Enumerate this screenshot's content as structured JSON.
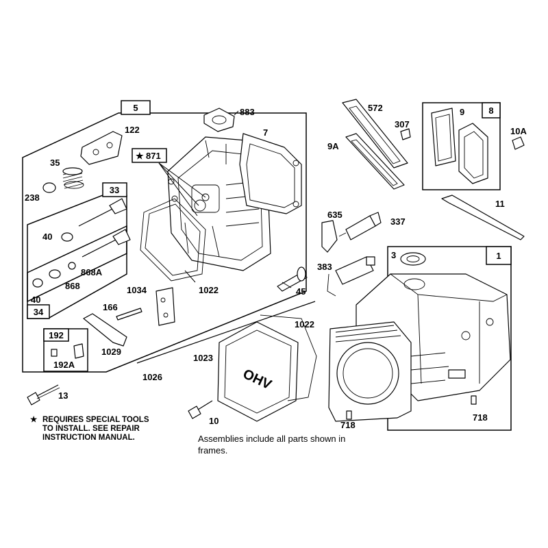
{
  "labels": {
    "l5": "5",
    "l883": "883",
    "l7": "7",
    "l122": "122",
    "l871": "871",
    "l35": "35",
    "l238": "238",
    "l33": "33",
    "l40a": "40",
    "l868A": "868A",
    "l868": "868",
    "l40b": "40",
    "l34": "34",
    "l1034": "1034",
    "l1022a": "1022",
    "l166": "166",
    "l1029": "1029",
    "l192": "192",
    "l192A": "192A",
    "l572": "572",
    "l307": "307",
    "l9A": "9A",
    "l9": "9",
    "l8": "8",
    "l10A": "10A",
    "l11": "11",
    "l635": "635",
    "l337": "337",
    "l383": "383",
    "l45": "45",
    "l3": "3",
    "l1": "1",
    "l1022b": "1022",
    "l1023": "1023",
    "l1026": "1026",
    "l13": "13",
    "l10": "10",
    "l718a": "718",
    "l718b": "718"
  },
  "star_glyph": "★",
  "notes": {
    "special_tools_line1": "REQUIRES SPECIAL TOOLS",
    "special_tools_line2": "TO INSTALL.  SEE REPAIR",
    "special_tools_line3": "INSTRUCTION MANUAL.",
    "caption_line1": "Assemblies include all parts shown in",
    "caption_line2": "frames.",
    "cover_text": "OHV"
  }
}
